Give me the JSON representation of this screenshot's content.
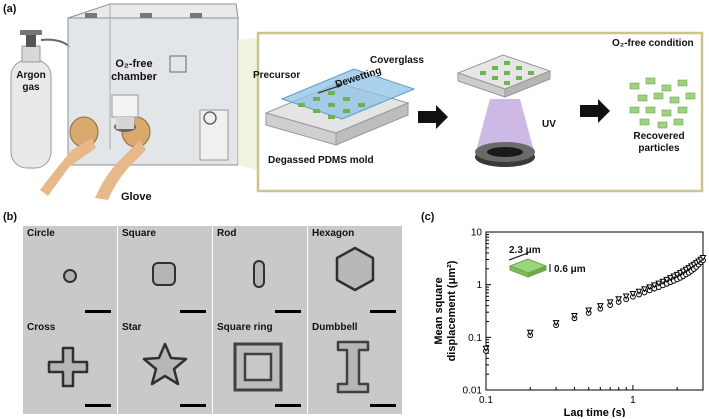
{
  "panel_a": {
    "label": "(a)",
    "argon_label": "Argon\ngas",
    "chamber_label": "O₂-free\nchamber",
    "glove_label": "Glove",
    "precursor_label": "Precursor",
    "coverglass_label": "Coverglass",
    "dewetting_label": "Dewetting",
    "mold_label": "Degassed PDMS mold",
    "uv_label": "UV",
    "condition_label": "O₂-free condition",
    "recovered_label": "Recovered\nparticles"
  },
  "panel_b": {
    "label": "(b)",
    "shapes": [
      "Circle",
      "Square",
      "Rod",
      "Hexagon",
      "Cross",
      "Star",
      "Square ring",
      "Dumbbell"
    ]
  },
  "panel_c": {
    "label": "(c)",
    "inset_width_label": "2.3 μm",
    "inset_height_label": "0.6 μm",
    "particle_color": "#9bd47a"
  },
  "chart_data": {
    "type": "scatter",
    "xlabel": "Lag time (s)",
    "ylabel": "Mean square displacement (μm²)",
    "xscale": "log",
    "yscale": "log",
    "xlim": [
      0.1,
      3
    ],
    "ylim": [
      0.01,
      10
    ],
    "xticks": [
      "0.1",
      "1"
    ],
    "yticks": [
      "0.01",
      "0.1",
      "1",
      "10"
    ],
    "series": [
      {
        "marker": "circle-open",
        "x": [
          0.1,
          0.2,
          0.3,
          0.4,
          0.5,
          0.6,
          0.7,
          0.8,
          0.9,
          1.0,
          1.1,
          1.2,
          1.3,
          1.4,
          1.5,
          1.6,
          1.7,
          1.8,
          1.9,
          2.0,
          2.1,
          2.2,
          2.3,
          2.4,
          2.5,
          2.6,
          2.7,
          2.8,
          2.9,
          3.0
        ],
        "values": [
          0.055,
          0.11,
          0.17,
          0.23,
          0.29,
          0.35,
          0.41,
          0.47,
          0.53,
          0.59,
          0.65,
          0.71,
          0.78,
          0.84,
          0.9,
          0.97,
          1.04,
          1.11,
          1.18,
          1.26,
          1.35,
          1.45,
          1.56,
          1.68,
          1.82,
          1.98,
          2.17,
          2.4,
          2.66,
          2.9
        ]
      },
      {
        "marker": "triangle-down-open",
        "x": [
          0.1,
          0.2,
          0.3,
          0.4,
          0.5,
          0.6,
          0.7,
          0.8,
          0.9,
          1.0,
          1.1,
          1.2,
          1.3,
          1.4,
          1.5,
          1.6,
          1.7,
          1.8,
          1.9,
          2.0,
          2.1,
          2.2,
          2.3,
          2.4,
          2.5,
          2.6,
          2.7,
          2.8,
          2.9,
          3.0
        ],
        "values": [
          0.062,
          0.125,
          0.19,
          0.26,
          0.33,
          0.4,
          0.47,
          0.54,
          0.61,
          0.68,
          0.75,
          0.83,
          0.91,
          0.99,
          1.07,
          1.16,
          1.26,
          1.36,
          1.46,
          1.57,
          1.69,
          1.82,
          1.96,
          2.11,
          2.27,
          2.44,
          2.62,
          2.82,
          3.04,
          3.28
        ]
      }
    ]
  }
}
